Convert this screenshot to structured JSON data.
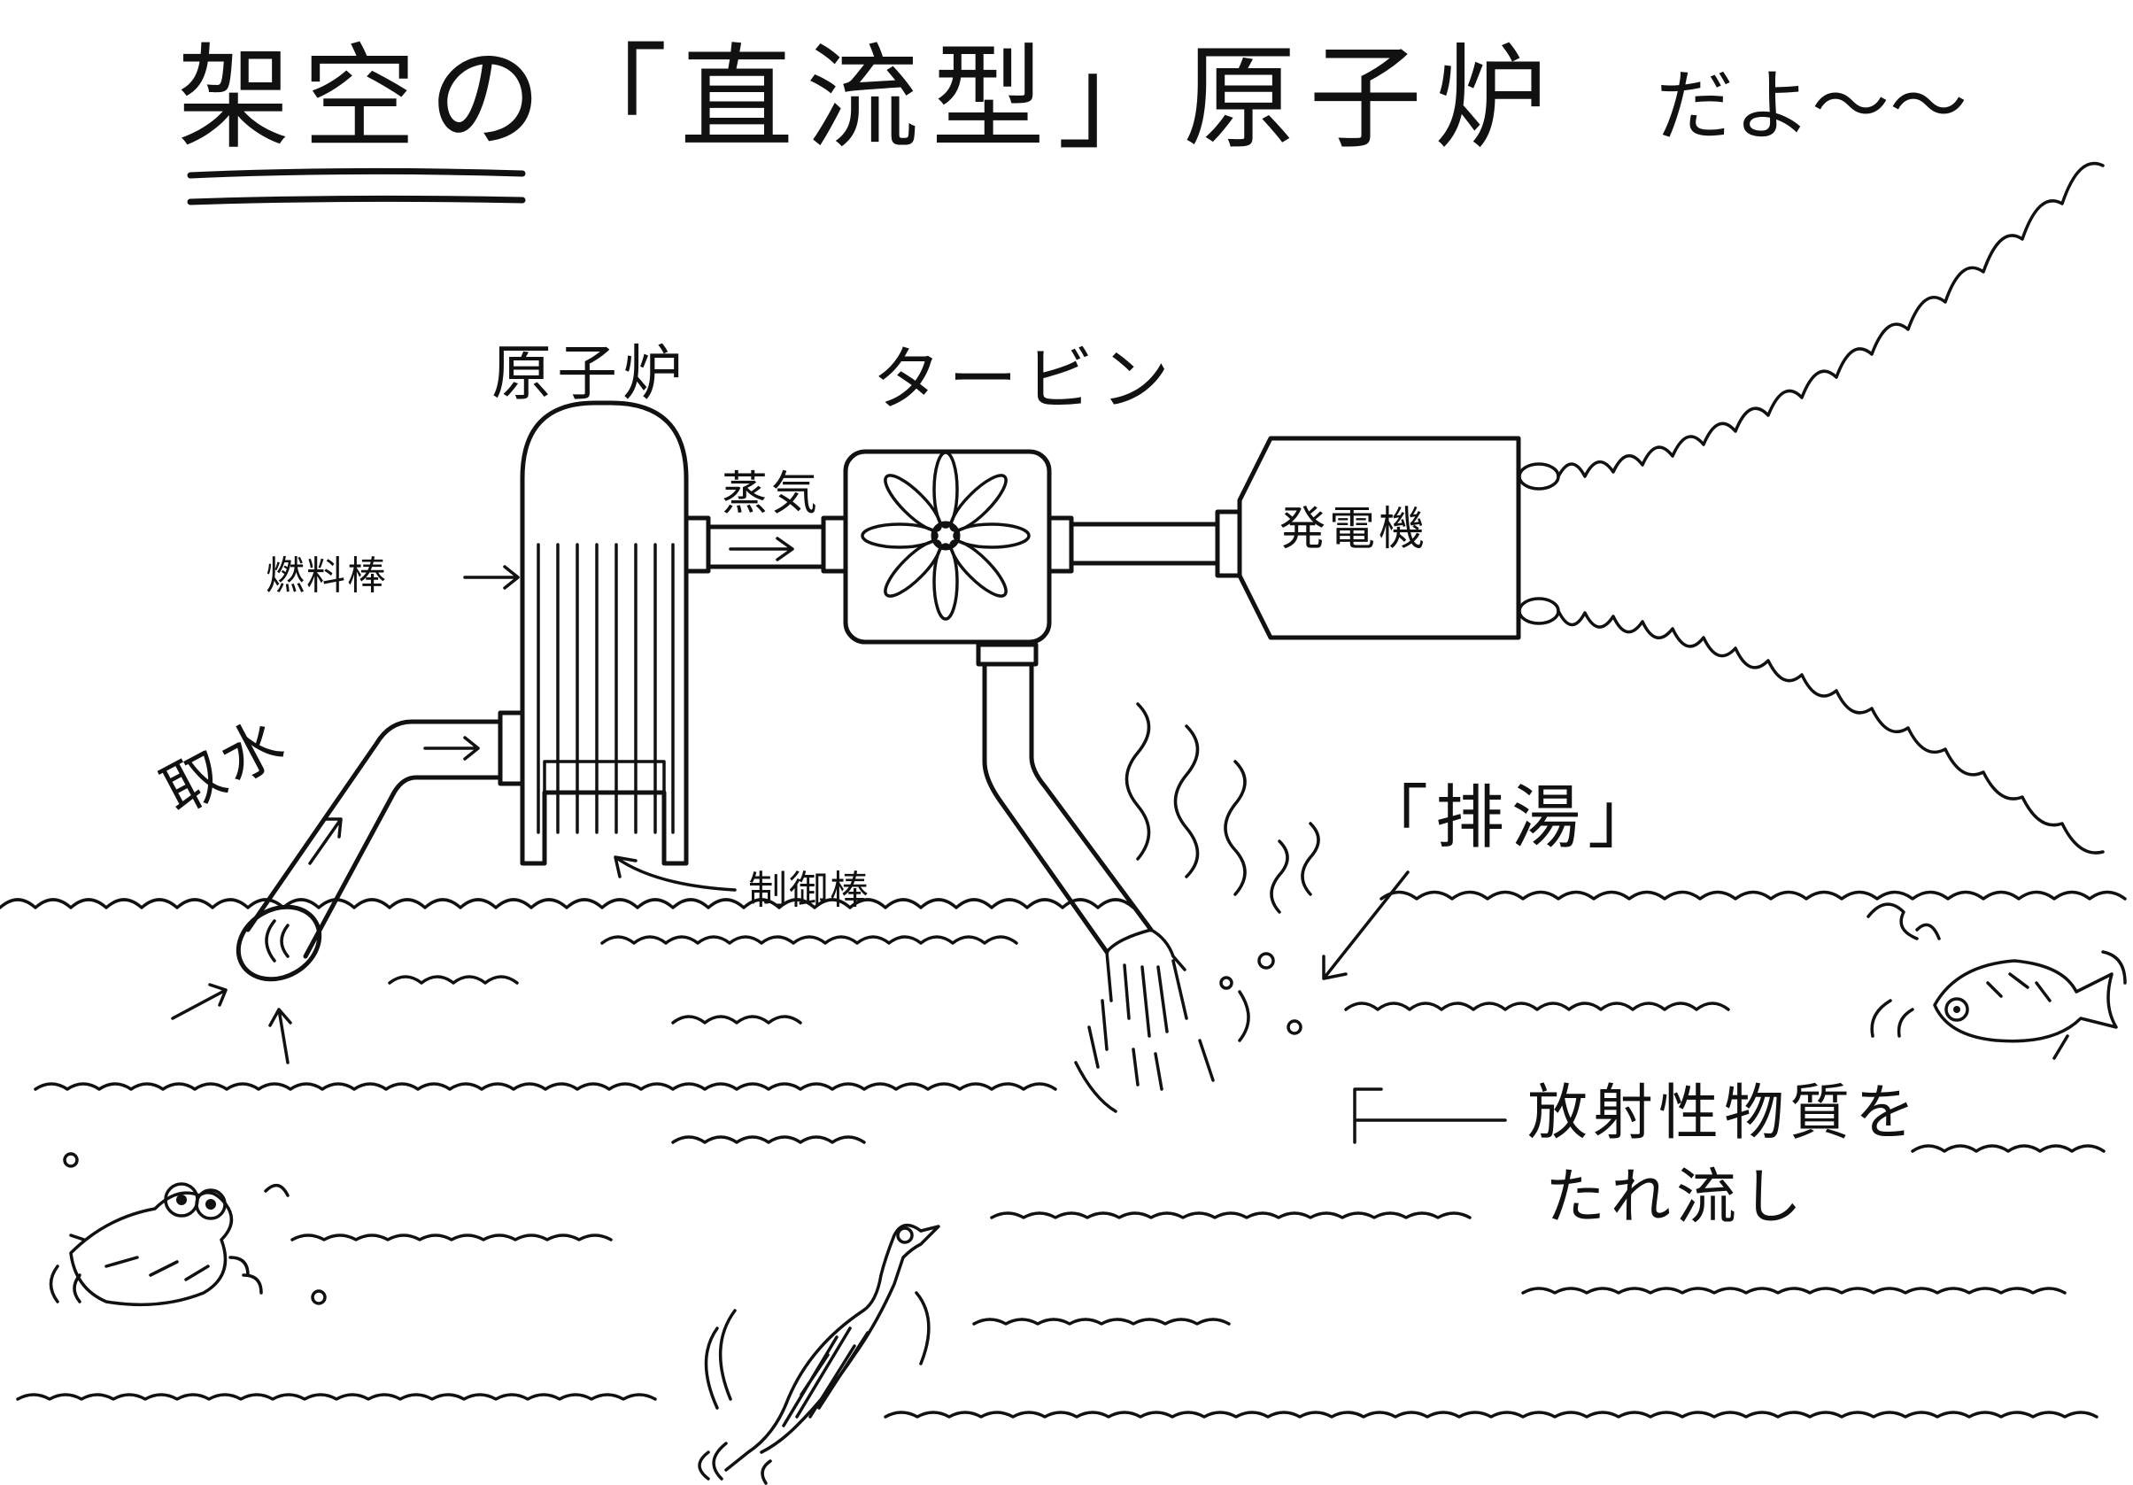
{
  "title": {
    "main": "架空の「直流型」原子炉",
    "tail": "だよ〜〜"
  },
  "labels": {
    "reactor": "原子炉",
    "turbine": "タービン",
    "steam": "蒸気",
    "generator": "発電機",
    "fuel_rods": "燃料棒",
    "control_rods": "制御棒",
    "water_intake": "取水",
    "discharge": "「排湯」",
    "note_line1": "放射性物質を",
    "note_line2": "たれ流し"
  },
  "colors": {
    "ink": "#111111",
    "paper": "#ffffff"
  },
  "icons": {
    "turbine_blades": "flower-icon",
    "frog": "frog-icon",
    "fish": "fish-icon",
    "bird": "cormorant-icon"
  }
}
